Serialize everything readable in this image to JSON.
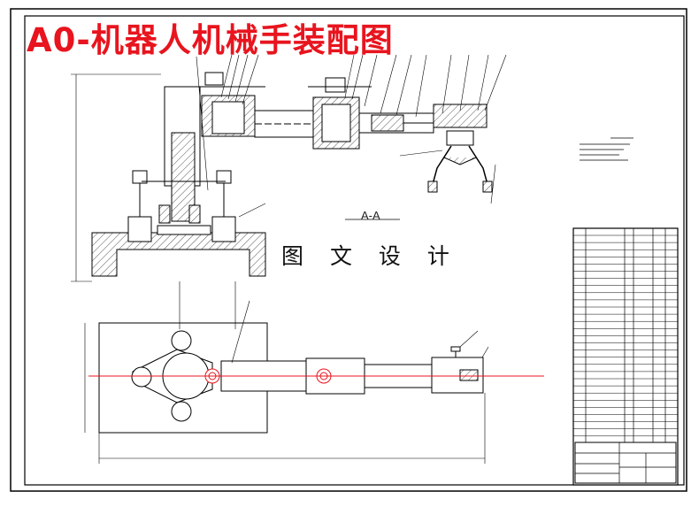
{
  "title": "A0-机器人机械手装配图",
  "watermark": "图 文 设 计",
  "section_label": "A-A",
  "colors": {
    "title": "#e8141e",
    "line": "#000000",
    "center_line": "#e8141e",
    "hatch_fill": "#a0a0a0",
    "paper": "#ffffff"
  }
}
